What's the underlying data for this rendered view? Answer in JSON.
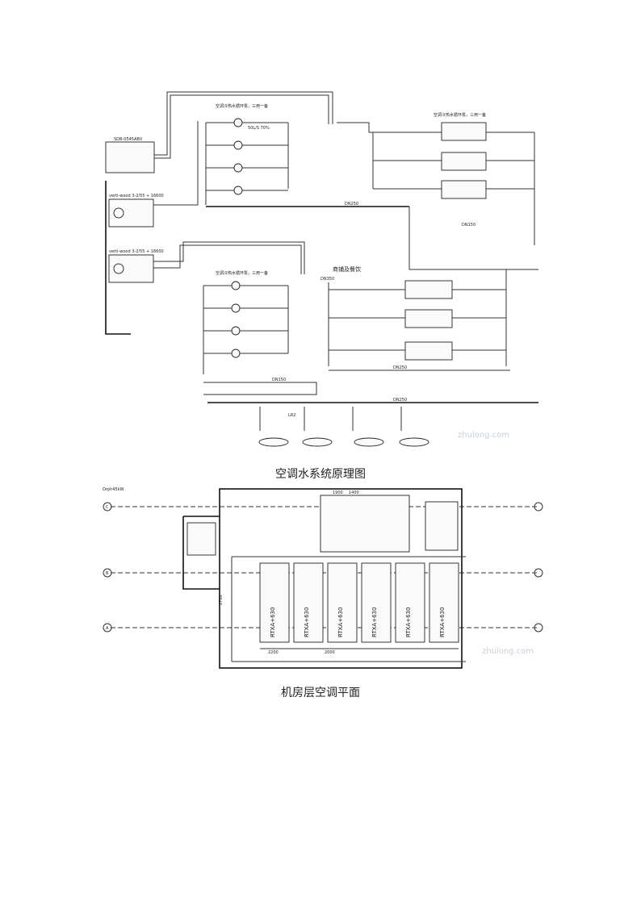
{
  "figure1": {
    "caption": "空调水系统原理图",
    "labels": {
      "top_note": "空调冷热水循环泵，三用一备",
      "right_note": "空调冷热水循环泵，三用一备",
      "mid_note": "空调冷热水循环泵，三用一备",
      "retail": "商铺及餐饮",
      "dn250_a": "DN250",
      "dn250_b": "DN250",
      "dn250_c": "DN250",
      "dn150_a": "DN150",
      "dn150_b": "DN150",
      "dn350": "DN350",
      "lr_label": "LR2",
      "pump_spec": "50L/S 70%",
      "tank_label": "SDB-0545AB0",
      "chiller_a": "verti-wood 3-2/55 + 16600",
      "chiller_b": "verti-wood 3-2/55 + 16600"
    }
  },
  "figure2": {
    "caption": "机房层空调平面",
    "labels": {
      "corner_note": "Orph45kW",
      "unit": "RTXA+630",
      "grid_c": "C",
      "grid_b": "B",
      "grid_a": "A",
      "dim_2200": "2200",
      "dim_2000": "2000",
      "dim_1900": "1900",
      "dim_1400": "1400",
      "dim_2700": "2700"
    }
  },
  "watermark": "zhulong.com"
}
